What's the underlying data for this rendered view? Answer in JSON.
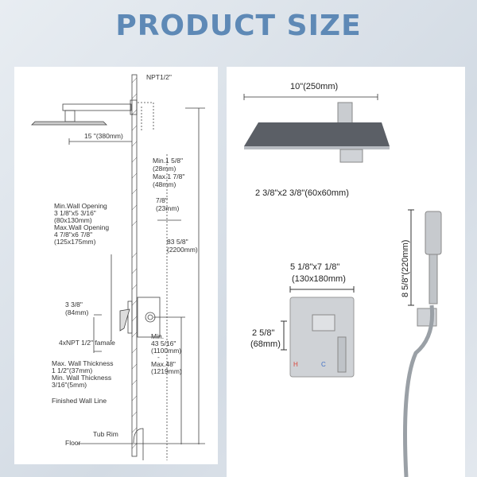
{
  "title": "PRODUCT SIZE",
  "left_diagram": {
    "npt": "NPT1/2\"",
    "arm_length": "15 \"(380mm)",
    "depth": [
      "Min.1 5/8\"",
      "(28mm)",
      "Max.1 7/8\"",
      "(48mm)"
    ],
    "offset": [
      "7/8\"",
      "(23mm)"
    ],
    "wall_opening": [
      "Min.Wall Opening",
      "3 1/8\"x5 3/16\"",
      "(80x130mm)",
      "Max.Wall Opening",
      "4 7/8\"x6 7/8\"",
      "(125x175mm)"
    ],
    "height": [
      "83 5/8\"",
      "(2200mm)"
    ],
    "valve_offset": [
      "3 3/8\"",
      "(84mm)"
    ],
    "ports": "4xNPT 1/2\" famale",
    "valve_height": [
      "Min.",
      "43 5/16\"",
      "(1100mm)",
      "-",
      "Max.48\"",
      "(1219mm)"
    ],
    "wall_thickness": [
      "Max. Wall Thickness",
      "1 1/2\"(37mm)",
      "Min. Wall Thickness",
      "3/16\"(5mm)"
    ],
    "finished_wall": "Finished Wall Line",
    "tub_rim": "Tub Rim",
    "floor": "Floor"
  },
  "right_diagram": {
    "head_width": "10\"(250mm)",
    "arm_block": "2 3/8\"x2 3/8\"(60x60mm)",
    "plate": [
      "5 1/8\"x7 1/8\"",
      "(130x180mm)"
    ],
    "plate_height": [
      "2 5/8\"",
      "(68mm)"
    ],
    "handheld": "8 5/8\"(220mm)",
    "hot_mark": "H",
    "cold_mark": "C"
  },
  "colors": {
    "title": "#5e89b6",
    "hot": "#d9453b",
    "cold": "#3f6fc4"
  }
}
